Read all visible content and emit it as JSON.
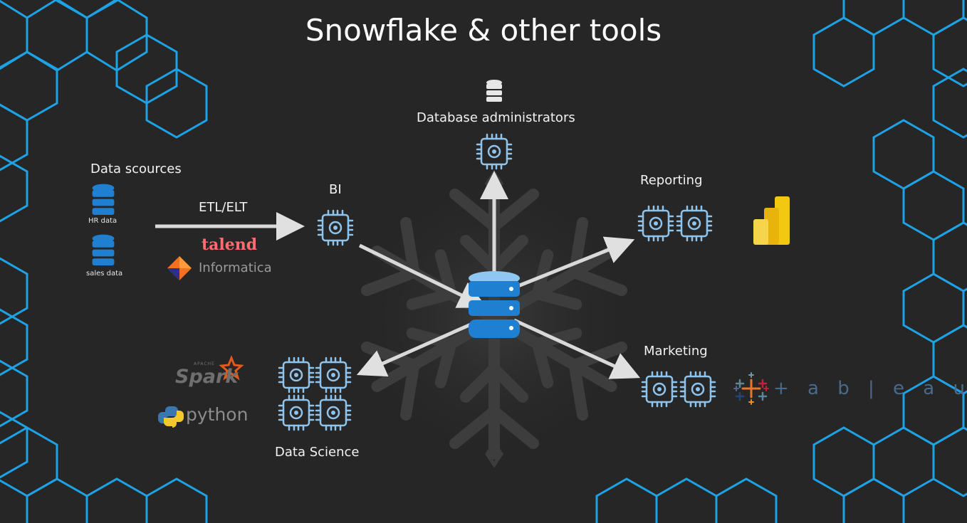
{
  "title": "Snowflake & other tools",
  "sources": {
    "heading": "Data scources",
    "items": [
      "HR data",
      "sales data"
    ]
  },
  "etl": {
    "label": "ETL/ELT",
    "tools": [
      "talend",
      "Informatica"
    ]
  },
  "consumers": {
    "bi": "BI",
    "dba": "Database administrators",
    "reporting": "Reporting",
    "marketing": "Marketing",
    "data_science": "Data Science"
  },
  "tools": {
    "spark_prefix": "APACHE",
    "spark": "Spark",
    "python": "python",
    "tableau": "+ a b | e a u"
  },
  "icons": [
    "database-icon",
    "cpu-chip-icon",
    "snowflake-icon",
    "power-bi-icon",
    "tableau-icon",
    "spark-icon",
    "python-icon",
    "informatica-icon"
  ],
  "colors": {
    "background": "#262626",
    "hexagon": "#1ea2e6",
    "chip": "#8fc3ec",
    "database": "#1f7fd0",
    "arrow": "#d9d9d9",
    "snowflake": "#3d3d3d"
  }
}
